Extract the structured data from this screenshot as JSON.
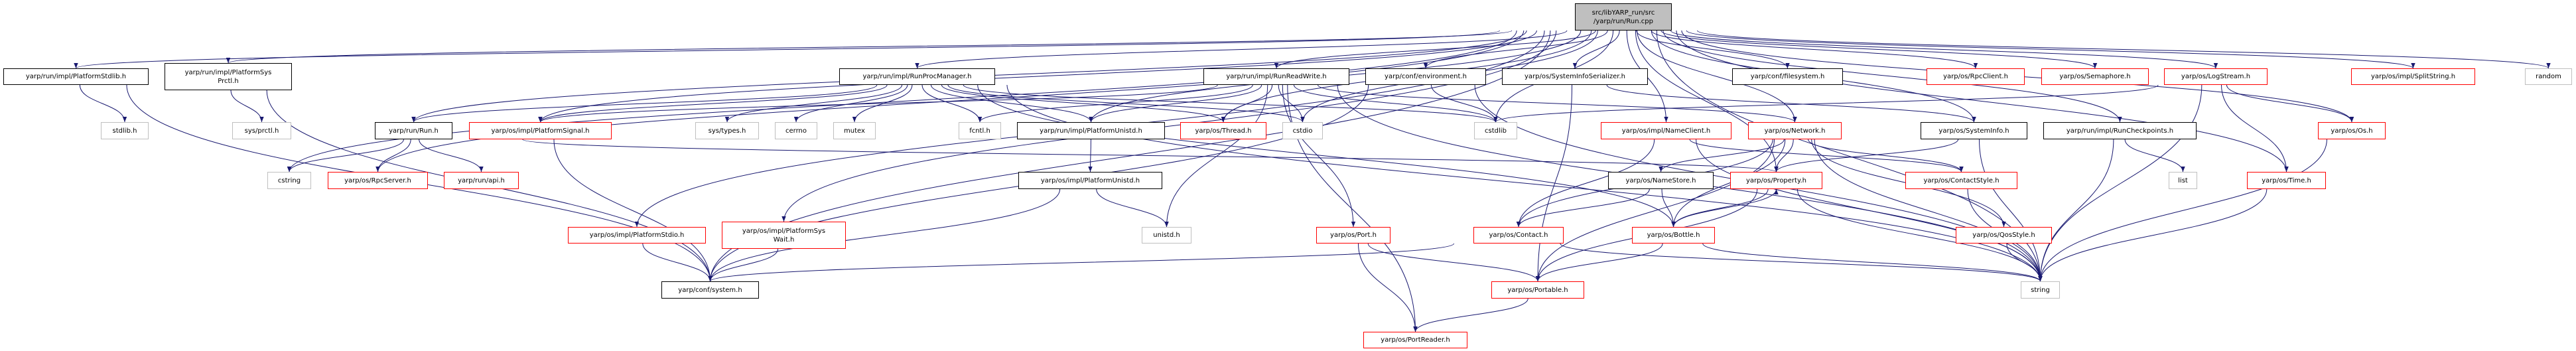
{
  "colors": {
    "edge": "#191970",
    "normal_border": "#000000",
    "truncated_border": "#ff0000",
    "system_border": "#bfbfbf",
    "root_fill": "#bfbfbf"
  },
  "nodes": {
    "root": "src/libYARP_run/src\n/yarp/run/Run.cpp",
    "platformStdlib": "yarp/run/impl/PlatformStdlib.h",
    "platformSysPrctl": "yarp/run/impl/PlatformSys\nPrctl.h",
    "runProcManager": "yarp/run/impl/RunProcManager.h",
    "runReadWrite": "yarp/run/impl/RunReadWrite.h",
    "environment": "yarp/conf/environment.h",
    "sysInfoSerializer": "yarp/os/SystemInfoSerializer.h",
    "filesystem": "yarp/conf/filesystem.h",
    "rpcClient": "yarp/os/RpcClient.h",
    "semaphore": "yarp/os/Semaphore.h",
    "logStream": "yarp/os/LogStream.h",
    "splitString": "yarp/os/impl/SplitString.h",
    "random": "random",
    "stdlibh": "stdlib.h",
    "sysprctl": "sys/prctl.h",
    "runh": "yarp/run/Run.h",
    "platformSignal": "yarp/os/impl/PlatformSignal.h",
    "systypes": "sys/types.h",
    "cerrno": "cerrno",
    "mutex": "mutex",
    "fcntl": "fcntl.h",
    "runPlatformUnistd": "yarp/run/impl/PlatformUnistd.h",
    "thread": "yarp/os/Thread.h",
    "cstdio": "cstdio",
    "cstdlib": "cstdlib",
    "nameClient": "yarp/os/impl/NameClient.h",
    "network": "yarp/os/Network.h",
    "systemInfo": "yarp/os/SystemInfo.h",
    "runCheckpoints": "yarp/run/impl/RunCheckpoints.h",
    "osh": "yarp/os/Os.h",
    "cstring": "cstring",
    "rpcServer": "yarp/os/RpcServer.h",
    "api": "yarp/run/api.h",
    "osPlatformUnistd": "yarp/os/impl/PlatformUnistd.h",
    "nameStore": "yarp/os/NameStore.h",
    "property": "yarp/os/Property.h",
    "contactStyle": "yarp/os/ContactStyle.h",
    "list": "list",
    "time": "yarp/os/Time.h",
    "platformStdio": "yarp/os/impl/PlatformStdio.h",
    "platformSysWait": "yarp/os/impl/PlatformSys\nWait.h",
    "unistd": "unistd.h",
    "port": "yarp/os/Port.h",
    "contact": "yarp/os/Contact.h",
    "bottle": "yarp/os/Bottle.h",
    "qosStyle": "yarp/os/QosStyle.h",
    "system": "yarp/conf/system.h",
    "portable": "yarp/os/Portable.h",
    "string": "string",
    "portReader": "yarp/os/PortReader.h"
  },
  "edges": [
    [
      "root",
      "platformStdlib"
    ],
    [
      "root",
      "platformSysPrctl"
    ],
    [
      "root",
      "cstring"
    ],
    [
      "root",
      "rpcServer"
    ],
    [
      "root",
      "runh"
    ],
    [
      "root",
      "platformSignal"
    ],
    [
      "root",
      "runProcManager"
    ],
    [
      "root",
      "platformStdio"
    ],
    [
      "root",
      "platformSysWait"
    ],
    [
      "root",
      "system"
    ],
    [
      "root",
      "runPlatformUnistd"
    ],
    [
      "root",
      "runReadWrite"
    ],
    [
      "root",
      "environment"
    ],
    [
      "root",
      "sysInfoSerializer"
    ],
    [
      "root",
      "filesystem"
    ],
    [
      "root",
      "cstdio"
    ],
    [
      "root",
      "cstdlib"
    ],
    [
      "root",
      "nameClient"
    ],
    [
      "root",
      "network"
    ],
    [
      "root",
      "systemInfo"
    ],
    [
      "root",
      "runCheckpoints"
    ],
    [
      "root",
      "rpcClient"
    ],
    [
      "root",
      "semaphore"
    ],
    [
      "root",
      "logStream"
    ],
    [
      "root",
      "splitString"
    ],
    [
      "root",
      "random"
    ],
    [
      "root",
      "osh"
    ],
    [
      "root",
      "time"
    ],
    [
      "root",
      "string"
    ],
    [
      "root",
      "thread"
    ],
    [
      "root",
      "property"
    ],
    [
      "platformStdlib",
      "stdlibh"
    ],
    [
      "platformStdlib",
      "system"
    ],
    [
      "platformSysPrctl",
      "sysprctl"
    ],
    [
      "platformSysPrctl",
      "system"
    ],
    [
      "runh",
      "cstring"
    ],
    [
      "runh",
      "rpcServer"
    ],
    [
      "runh",
      "api"
    ],
    [
      "runh",
      "property"
    ],
    [
      "platformSignal",
      "system"
    ],
    [
      "runProcManager",
      "runh"
    ],
    [
      "runProcManager",
      "platformSignal"
    ],
    [
      "runProcManager",
      "systypes"
    ],
    [
      "runProcManager",
      "cerrno"
    ],
    [
      "runProcManager",
      "mutex"
    ],
    [
      "runProcManager",
      "fcntl"
    ],
    [
      "runProcManager",
      "runPlatformUnistd"
    ],
    [
      "runProcManager",
      "thread"
    ],
    [
      "runProcManager",
      "cstdio"
    ],
    [
      "runProcManager",
      "cstdlib"
    ],
    [
      "runProcManager",
      "string"
    ],
    [
      "runProcManager",
      "bottle"
    ],
    [
      "runPlatformUnistd",
      "osPlatformUnistd"
    ],
    [
      "osPlatformUnistd",
      "unistd"
    ],
    [
      "osPlatformUnistd",
      "system"
    ],
    [
      "platformStdio",
      "system"
    ],
    [
      "platformSysWait",
      "system"
    ],
    [
      "runReadWrite",
      "runPlatformUnistd"
    ],
    [
      "runReadWrite",
      "platformSignal"
    ],
    [
      "runReadWrite",
      "thread"
    ],
    [
      "runReadWrite",
      "cstdio"
    ],
    [
      "runReadWrite",
      "cstdlib"
    ],
    [
      "runReadWrite",
      "unistd"
    ],
    [
      "runReadWrite",
      "port"
    ],
    [
      "runReadWrite",
      "portReader"
    ],
    [
      "runReadWrite",
      "network"
    ],
    [
      "runReadWrite",
      "string"
    ],
    [
      "runReadWrite",
      "fcntl"
    ],
    [
      "environment",
      "cstdlib"
    ],
    [
      "environment",
      "string"
    ],
    [
      "environment",
      "system"
    ],
    [
      "sysInfoSerializer",
      "systemInfo"
    ],
    [
      "sysInfoSerializer",
      "portable"
    ],
    [
      "nameClient",
      "contact"
    ],
    [
      "nameClient",
      "contactStyle"
    ],
    [
      "nameClient",
      "string"
    ],
    [
      "network",
      "nameStore"
    ],
    [
      "network",
      "property"
    ],
    [
      "network",
      "contactStyle"
    ],
    [
      "network",
      "contact"
    ],
    [
      "network",
      "portable"
    ],
    [
      "network",
      "qosStyle"
    ],
    [
      "network",
      "string"
    ],
    [
      "network",
      "bottle"
    ],
    [
      "systemInfo",
      "property"
    ],
    [
      "systemInfo",
      "string"
    ],
    [
      "runCheckpoints",
      "list"
    ],
    [
      "runCheckpoints",
      "string"
    ],
    [
      "logStream",
      "osh"
    ],
    [
      "logStream",
      "time"
    ],
    [
      "logStream",
      "string"
    ],
    [
      "logStream",
      "cstdlib"
    ],
    [
      "osh",
      "string"
    ],
    [
      "time",
      "string"
    ],
    [
      "nameStore",
      "contact"
    ],
    [
      "nameStore",
      "bottle"
    ],
    [
      "property",
      "bottle"
    ],
    [
      "property",
      "portable"
    ],
    [
      "property",
      "string"
    ],
    [
      "bottle",
      "property"
    ],
    [
      "bottle",
      "portable"
    ],
    [
      "bottle",
      "string"
    ],
    [
      "contact",
      "system"
    ],
    [
      "contact",
      "string"
    ],
    [
      "contactStyle",
      "string"
    ],
    [
      "qosStyle",
      "string"
    ],
    [
      "port",
      "portReader"
    ],
    [
      "port",
      "portable"
    ],
    [
      "portable",
      "portReader"
    ]
  ]
}
